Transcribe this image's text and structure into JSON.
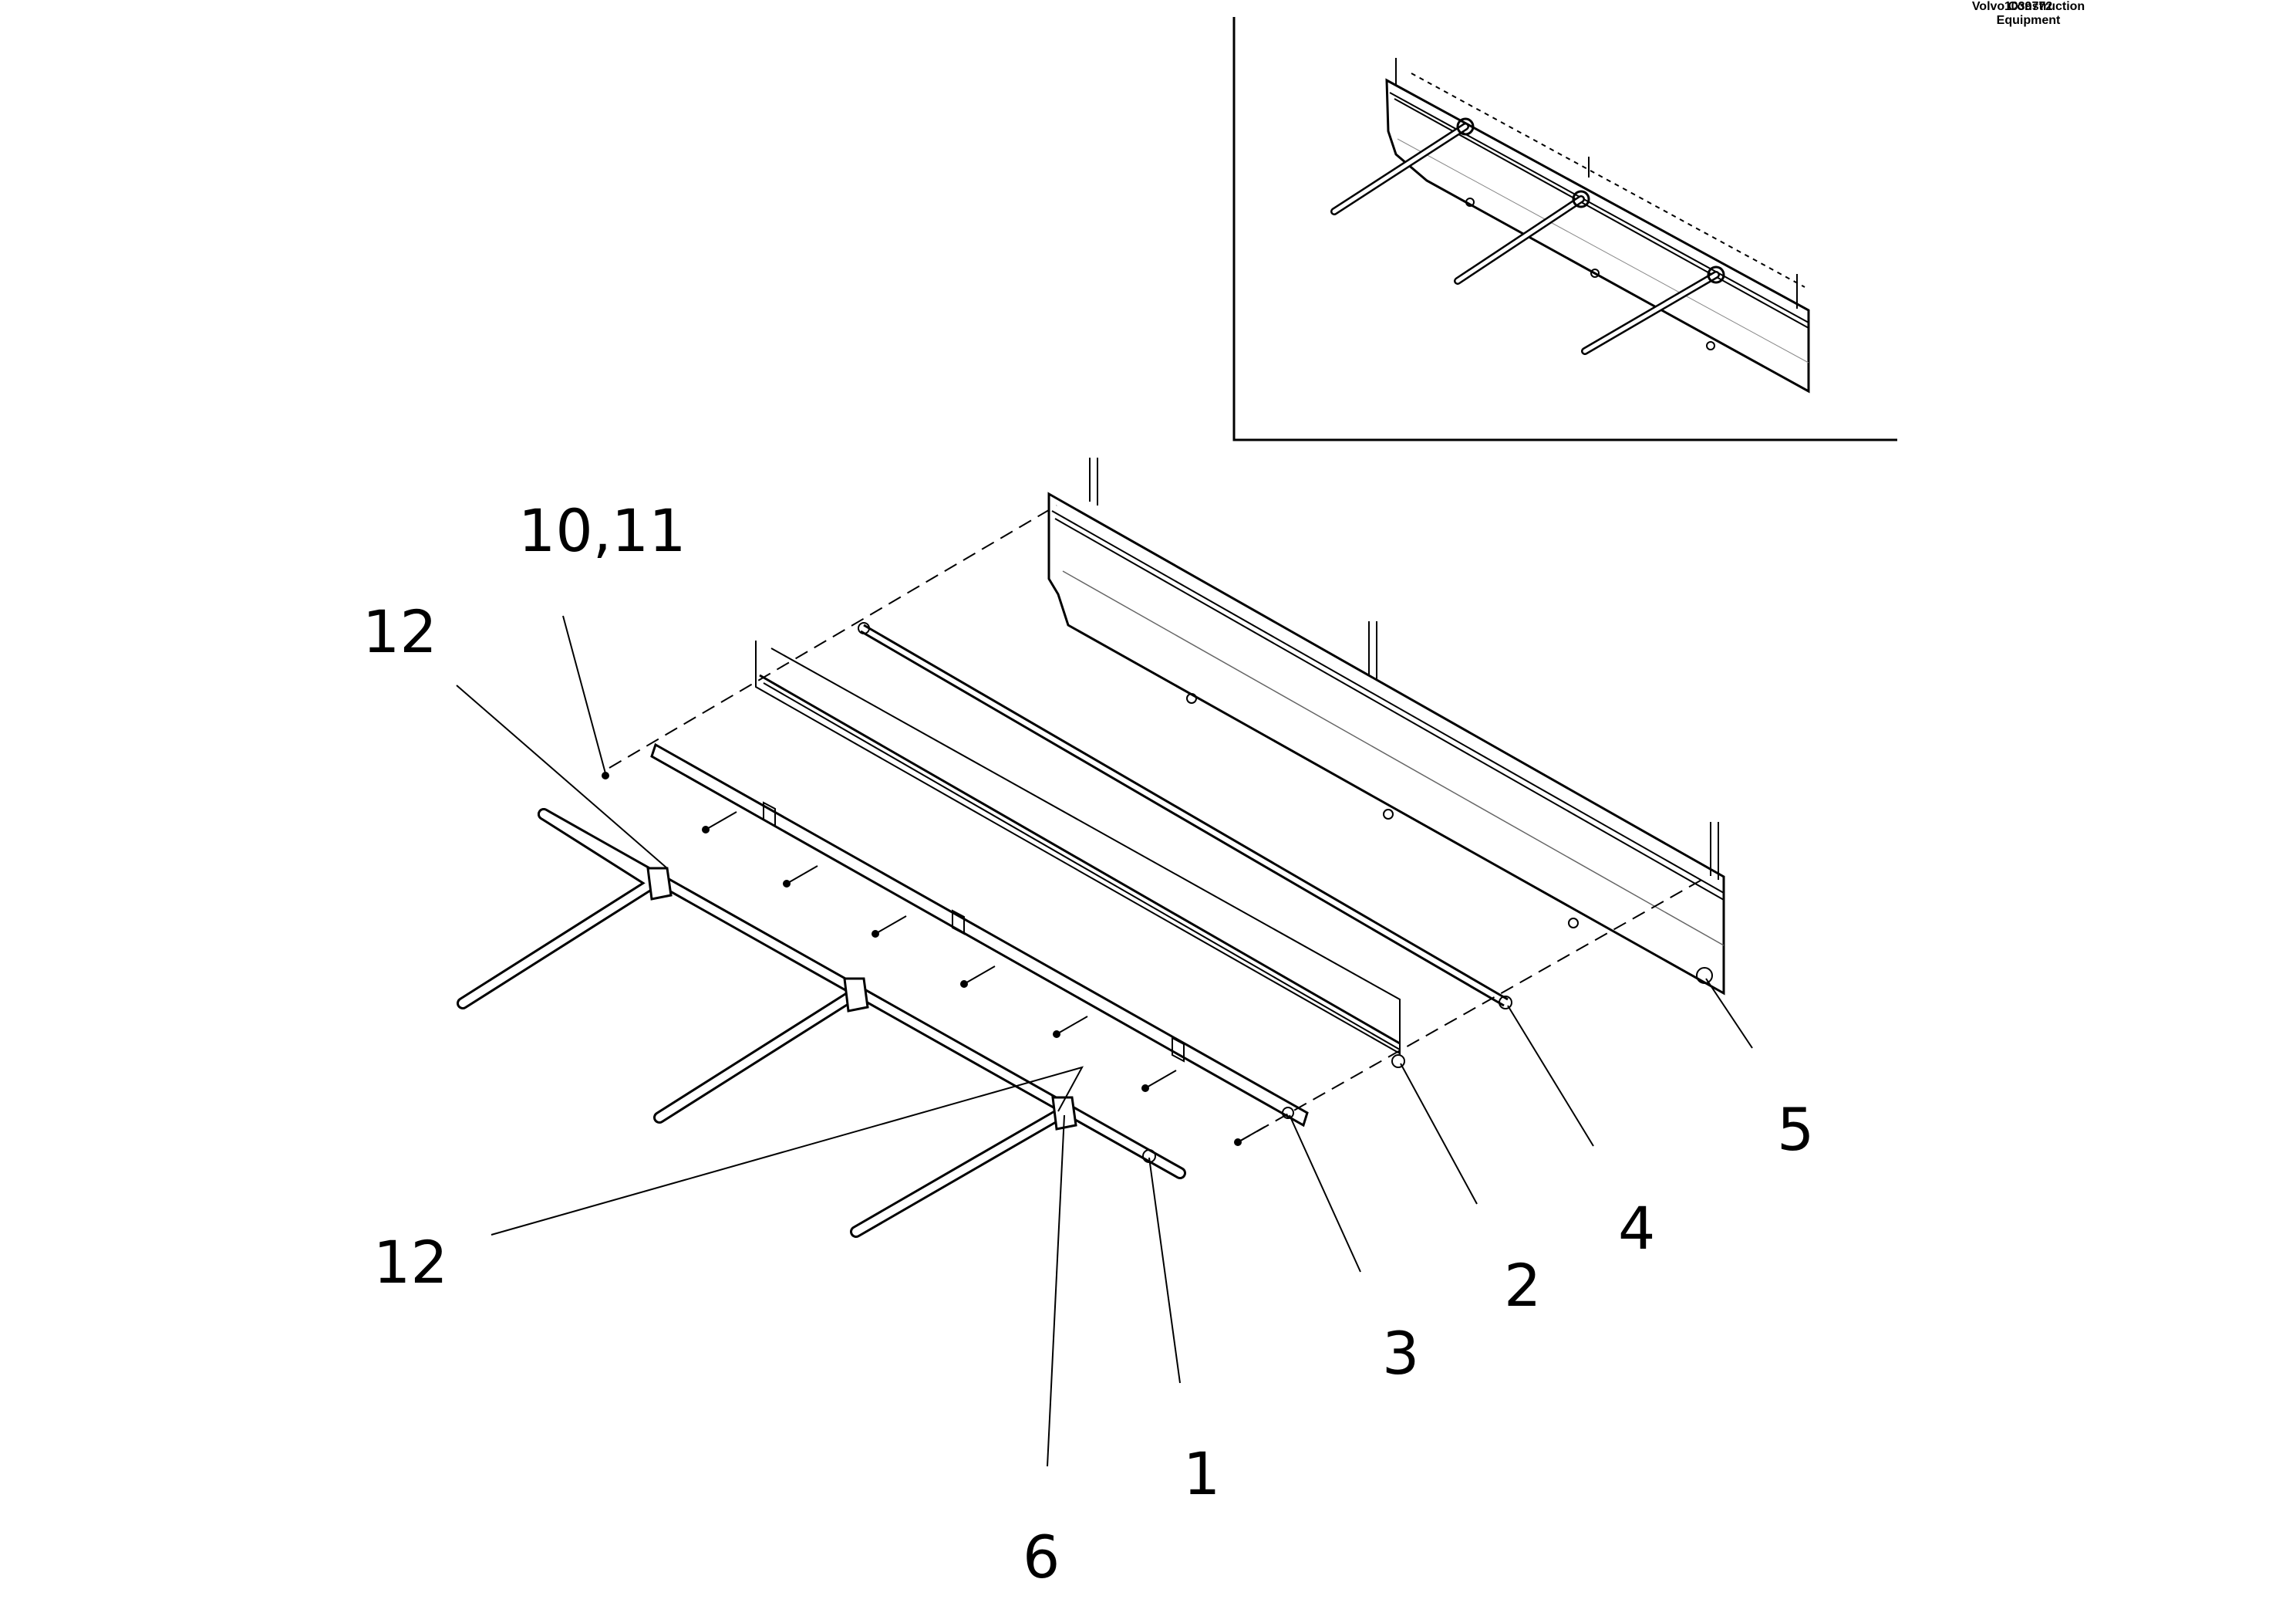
{
  "callouts": {
    "c10_11": "10,11",
    "c12_upper": "12",
    "c12_lower": "12",
    "c5": "5",
    "c4": "4",
    "c2": "2",
    "c3": "3",
    "c1": "1",
    "c6": "6"
  },
  "footer": {
    "company_line1": "Volvo Construction",
    "company_line2": "Equipment",
    "document_number": "1039772"
  }
}
